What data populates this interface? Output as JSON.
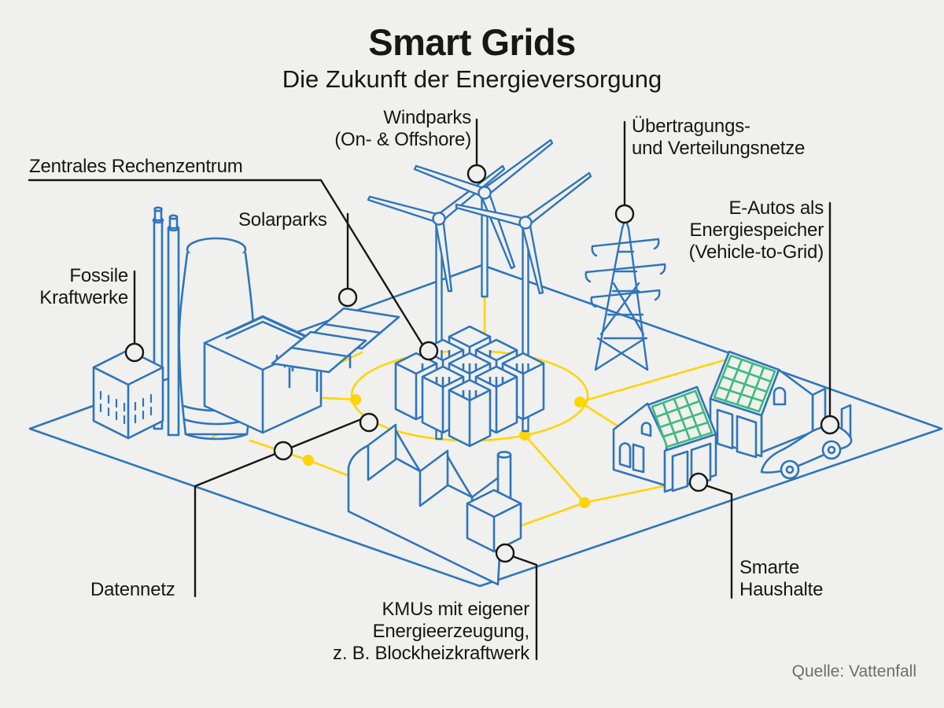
{
  "title": {
    "main": "Smart Grids",
    "subtitle": "Die Zukunft der Energieversorgung"
  },
  "source": "Quelle: Vattenfall",
  "colors": {
    "background": "#f0f0ee",
    "line_blue": "#2f75bb",
    "grid_yellow": "#ffd503",
    "solar_green": "#3fba7c",
    "ink": "#171717",
    "source_gray": "#6e6e6e"
  },
  "labels": {
    "zentrales_rechenzentrum": {
      "lines": [
        "Zentrales Rechenzentrum"
      ]
    },
    "windparks": {
      "lines": [
        "Windparks",
        "(On- & Offshore)"
      ]
    },
    "uebertragungsnetze": {
      "lines": [
        "Übertragungs-",
        "und Verteilungsnetze"
      ]
    },
    "e_autos": {
      "lines": [
        "E-Autos als",
        "Energiespeicher",
        "(Vehicle-to-Grid)"
      ]
    },
    "fossile_kraftwerke": {
      "lines": [
        "Fossile",
        "Kraftwerke"
      ]
    },
    "solarparks": {
      "lines": [
        "Solarparks"
      ]
    },
    "datennetz": {
      "lines": [
        "Datennetz"
      ]
    },
    "kmus": {
      "lines": [
        "KMUs mit eigener",
        "Energieerzeugung,",
        "z. B. Blockheizkraftwerk"
      ]
    },
    "smarte_haushalte": {
      "lines": [
        "Smarte",
        "Haushalte"
      ]
    }
  }
}
